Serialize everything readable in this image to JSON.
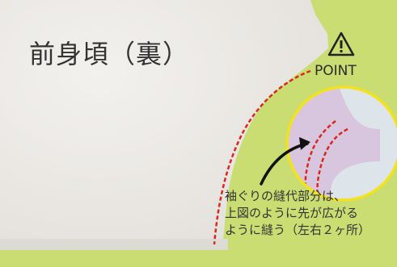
{
  "title": "前身頃（裏）",
  "point_label": "POINT",
  "warning_icon": "warning-triangle-icon",
  "caption_lines": [
    "袖ぐりの縫代部分は、",
    "上図のように先が広がる",
    "ように縫う（左右２ヶ所）"
  ],
  "colors": {
    "background_green": "#c9dd73",
    "fabric": "#ece9e4",
    "stitch_red": "#d8281e",
    "lens_border": "#f2e21f"
  }
}
